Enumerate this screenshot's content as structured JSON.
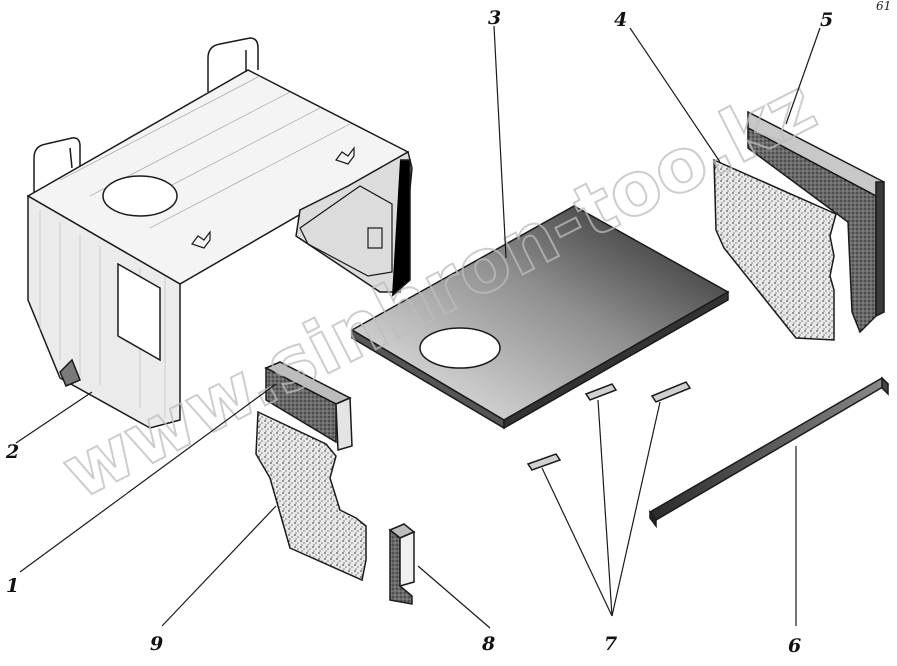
{
  "corner_mark": "61",
  "watermark": "www.sinhron-too.kz",
  "callouts": {
    "c1": "1",
    "c2": "2",
    "c3": "3",
    "c4": "4",
    "c5": "5",
    "c6": "6",
    "c7": "7",
    "c8": "8",
    "c9": "9"
  },
  "colors": {
    "ink": "#1a1a1a",
    "panel_light": "#f2f2f2",
    "panel_dark": "#5a5a5a",
    "watermark": "#bdbdbd"
  }
}
